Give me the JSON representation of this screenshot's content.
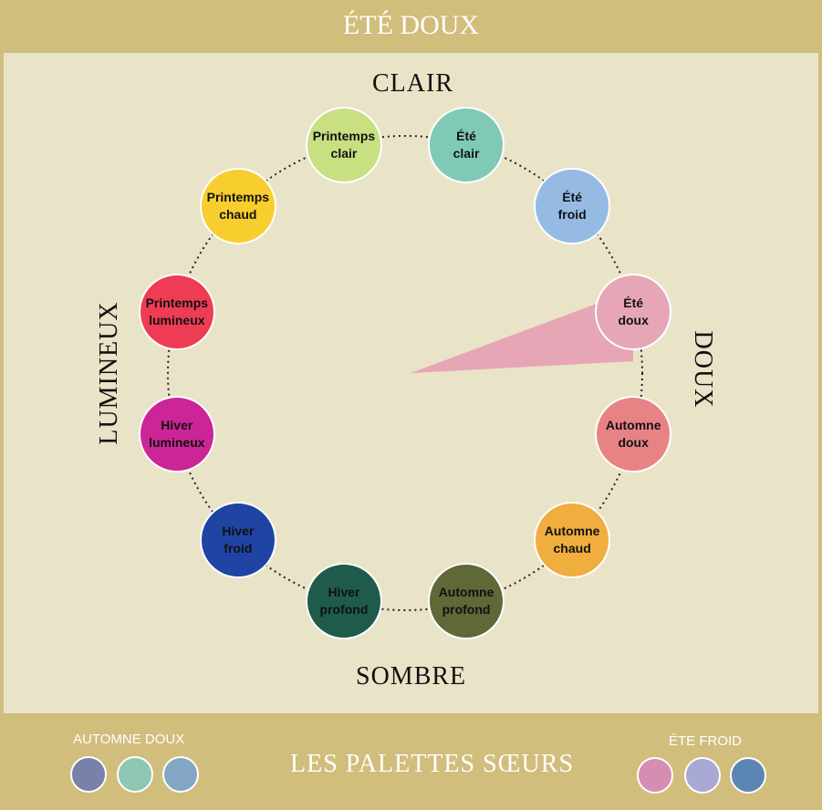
{
  "title": "ÉTÉ DOUX",
  "axes": {
    "top": "CLAIR",
    "bottom": "SOMBRE",
    "left": "LUMINEUX",
    "right": "DOUX"
  },
  "seasons": [
    {
      "label": "Printemps\nclair",
      "color": "#c8df82"
    },
    {
      "label": "Été\nclair",
      "color": "#80c9b7"
    },
    {
      "label": "Été\nfroid",
      "color": "#95bbe5"
    },
    {
      "label": "Été\ndoux",
      "color": "#e6a6b6",
      "selected": true
    },
    {
      "label": "Automne\ndoux",
      "color": "#e88385"
    },
    {
      "label": "Automne\nchaud",
      "color": "#efae3e"
    },
    {
      "label": "Automne\nprofond",
      "color": "#5f6836"
    },
    {
      "label": "Hiver\nprofond",
      "color": "#1f5b4a"
    },
    {
      "label": "Hiver\nfroid",
      "color": "#1f44a3"
    },
    {
      "label": "Hiver\nlumineux",
      "color": "#cc2597"
    },
    {
      "label": "Printemps\nlumineux",
      "color": "#ee3c54"
    },
    {
      "label": "Printemps\nchaud",
      "color": "#f8cd2e"
    }
  ],
  "pointer_color": "#e6a6b6",
  "footer": {
    "title": "LES PALETTES SŒURS",
    "left": {
      "label": "AUTOMNE DOUX",
      "colors": [
        "#7882a8",
        "#8fc7b5",
        "#82a6c4"
      ]
    },
    "right": {
      "label": "ÉTE FROID",
      "colors": [
        "#d58db2",
        "#a9a9d5",
        "#5b86b4"
      ]
    }
  }
}
